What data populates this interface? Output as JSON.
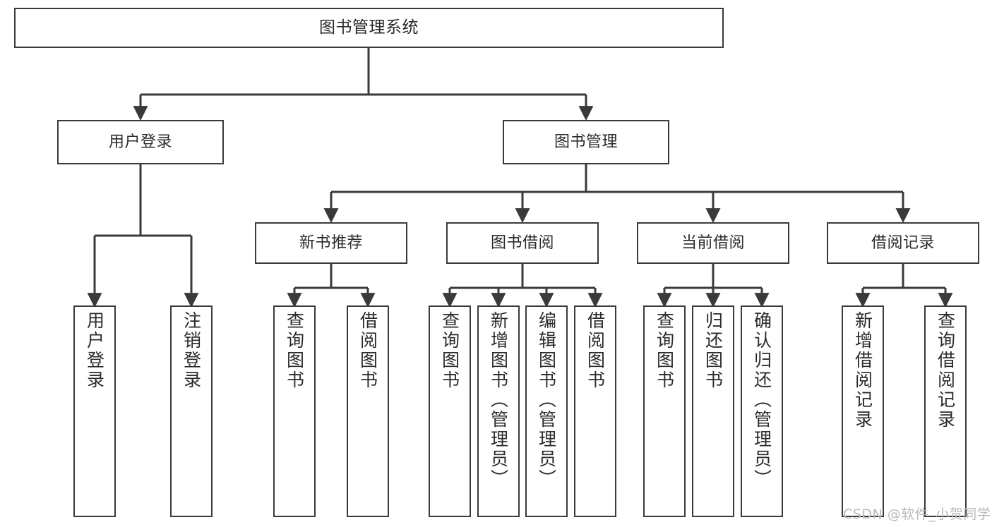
{
  "diagram": {
    "type": "tree",
    "title": "图书管理系统",
    "watermark": "CSDN @软件_小贺同学",
    "colors": {
      "box_border": "#3a3a3a",
      "box_fill": "#ffffff",
      "connector": "#3a3a3a",
      "text": "#2b2b2b",
      "watermark": "#b9b9b9",
      "background": "#ffffff"
    },
    "nodes": {
      "root": {
        "label": "图书管理系统"
      },
      "level2": [
        {
          "id": "user-login",
          "label": "用户登录"
        },
        {
          "id": "book-management",
          "label": "图书管理"
        }
      ],
      "level3": [
        {
          "id": "new-book-recommend",
          "label": "新书推荐"
        },
        {
          "id": "book-borrow",
          "label": "图书借阅"
        },
        {
          "id": "current-borrow",
          "label": "当前借阅"
        },
        {
          "id": "borrow-record",
          "label": "借阅记录"
        }
      ],
      "leaves": [
        {
          "id": "leaf-user-login",
          "label": "用户登录",
          "parent": "user-login"
        },
        {
          "id": "leaf-logout-login",
          "label": "注销登录",
          "parent": "user-login"
        },
        {
          "id": "leaf-query-book-1",
          "label": "查询图书",
          "parent": "new-book-recommend"
        },
        {
          "id": "leaf-borrow-book-1",
          "label": "借阅图书",
          "parent": "new-book-recommend"
        },
        {
          "id": "leaf-query-book-2",
          "label": "查询图书",
          "parent": "book-borrow"
        },
        {
          "id": "leaf-add-book",
          "label": "新增图书（管理员）",
          "parent": "book-borrow"
        },
        {
          "id": "leaf-edit-book",
          "label": "编辑图书（管理员）",
          "parent": "book-borrow"
        },
        {
          "id": "leaf-borrow-book-2",
          "label": "借阅图书",
          "parent": "book-borrow"
        },
        {
          "id": "leaf-query-book-3",
          "label": "查询图书",
          "parent": "current-borrow"
        },
        {
          "id": "leaf-return-book",
          "label": "归还图书",
          "parent": "current-borrow"
        },
        {
          "id": "leaf-confirm-return",
          "label": "确认归还（管理员）",
          "parent": "current-borrow"
        },
        {
          "id": "leaf-add-record",
          "label": "新增借阅记录",
          "parent": "borrow-record"
        },
        {
          "id": "leaf-query-record",
          "label": "查询借阅记录",
          "parent": "borrow-record"
        }
      ]
    }
  }
}
